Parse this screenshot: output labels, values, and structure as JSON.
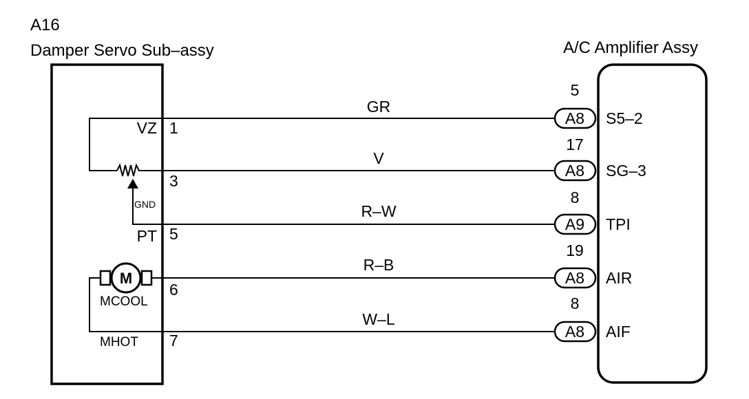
{
  "left_component": {
    "id": "A16",
    "name": "Damper Servo Sub–assy",
    "pins": [
      {
        "num": "1",
        "name": "VZ"
      },
      {
        "num": "3",
        "name": ""
      },
      {
        "num": "5",
        "name": "PT"
      },
      {
        "num": "6",
        "name": ""
      },
      {
        "num": "7",
        "name": "MHOT"
      }
    ],
    "labels": {
      "gnd": "GND",
      "motor": "M",
      "mcool": "MCOOL"
    }
  },
  "right_component": {
    "name": "A/C Amplifier Assy",
    "terminals": [
      {
        "pin": "5",
        "connector": "A8",
        "name": "S5–2"
      },
      {
        "pin": "17",
        "connector": "A8",
        "name": "SG–3"
      },
      {
        "pin": "8",
        "connector": "A9",
        "name": "TPI"
      },
      {
        "pin": "19",
        "connector": "A8",
        "name": "AIR"
      },
      {
        "pin": "8",
        "connector": "A8",
        "name": "AIF"
      }
    ]
  },
  "wires": [
    {
      "color": "GR"
    },
    {
      "color": "V"
    },
    {
      "color": "R–W"
    },
    {
      "color": "R–B"
    },
    {
      "color": "W–L"
    }
  ]
}
